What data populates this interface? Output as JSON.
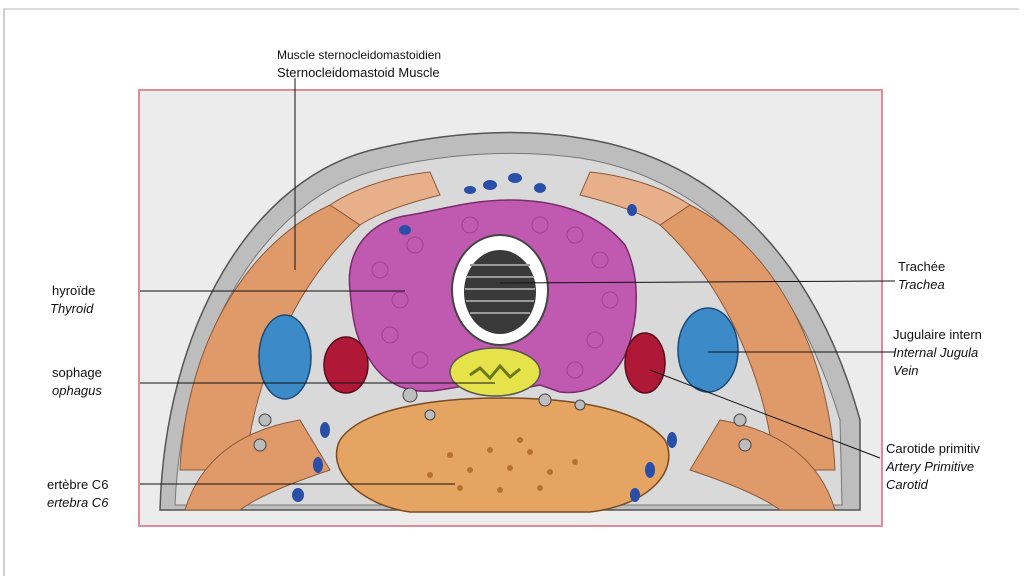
{
  "labels": {
    "sternocleidomastoid": {
      "fr": "Muscle sternocleidomastoidien",
      "en": "Sternocleidomastoid Muscle"
    },
    "thyroid": {
      "fr": "hyroïde",
      "en": "Thyroid"
    },
    "esophagus": {
      "fr": "sophage",
      "en": "ophagus"
    },
    "vertebra": {
      "fr": "ertèbre C6",
      "en": "ertebra C6"
    },
    "trachea": {
      "fr": "Trachée",
      "en": "Trachea"
    },
    "jugular": {
      "fr": "Jugulaire intern",
      "en1": "Internal Jugula",
      "en2": "Vein"
    },
    "carotid": {
      "fr": "Carotide primitiv",
      "en1": "Artery Primitive",
      "en2": "Carotid"
    }
  },
  "colors": {
    "frame_border": "#e08a9a",
    "panel_bg": "#ececec",
    "skin": "#c9c9c9",
    "muscle": "#e09a6a",
    "thyroid": "#c05ab0",
    "trachea_ring": "#d8d8d8",
    "esophagus": "#e6e24a",
    "jugular_vein": "#3c8ac8",
    "carotid_artery": "#b01838",
    "vertebra": "#e6a463",
    "vessel_small": "#2a4fa8"
  }
}
